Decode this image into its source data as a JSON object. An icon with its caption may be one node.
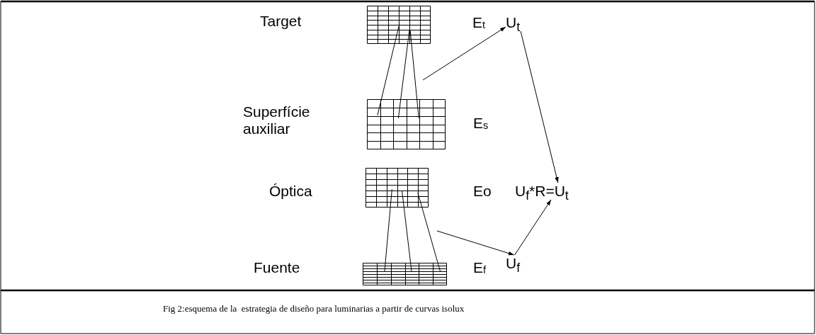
{
  "diagram": {
    "caption": "Fig 2:esquema de la  estrategia de diseño para luminarias a partir de curvas isolux",
    "nodes": [
      {
        "text": [],
        "shape": "grid"
      },
      {
        "text": [
          "U$_{t}$"
        ]
      },
      {
        "text": [],
        "shape": "grid"
      },
      {
        "text": [],
        "shape": "grid"
      },
      {
        "text": [
          "U$_{f}$*R=U$_{t}$"
        ]
      },
      {
        "text": [],
        "shape": "grid"
      },
      {
        "text": [
          "U$_{f}$"
        ]
      }
    ],
    "edges": [
      {
        "from": null,
        "to": 1,
        "arrow": "to"
      },
      {
        "from": 1,
        "to": 4,
        "arrow": "to"
      },
      {
        "from": 6,
        "to": 4,
        "arrow": "to"
      },
      {
        "from": null,
        "to": 6,
        "arrow": "to"
      },
      {
        "from": 0,
        "to": 2,
        "arrow": "none"
      },
      {
        "from": 0,
        "to": 2,
        "arrow": "none"
      },
      {
        "from": 0,
        "to": 2,
        "arrow": "none"
      },
      {
        "from": 3,
        "to": 5,
        "arrow": "none"
      },
      {
        "from": 3,
        "to": 5,
        "arrow": "none"
      },
      {
        "from": 3,
        "to": 5,
        "arrow": "none"
      }
    ],
    "labels": [
      "Target",
      "E$_{t}$",
      "Superfície auxiliar",
      "E$_{s}$",
      "Óptica",
      "Eo",
      "Fuente",
      "E$_{f}$"
    ]
  }
}
